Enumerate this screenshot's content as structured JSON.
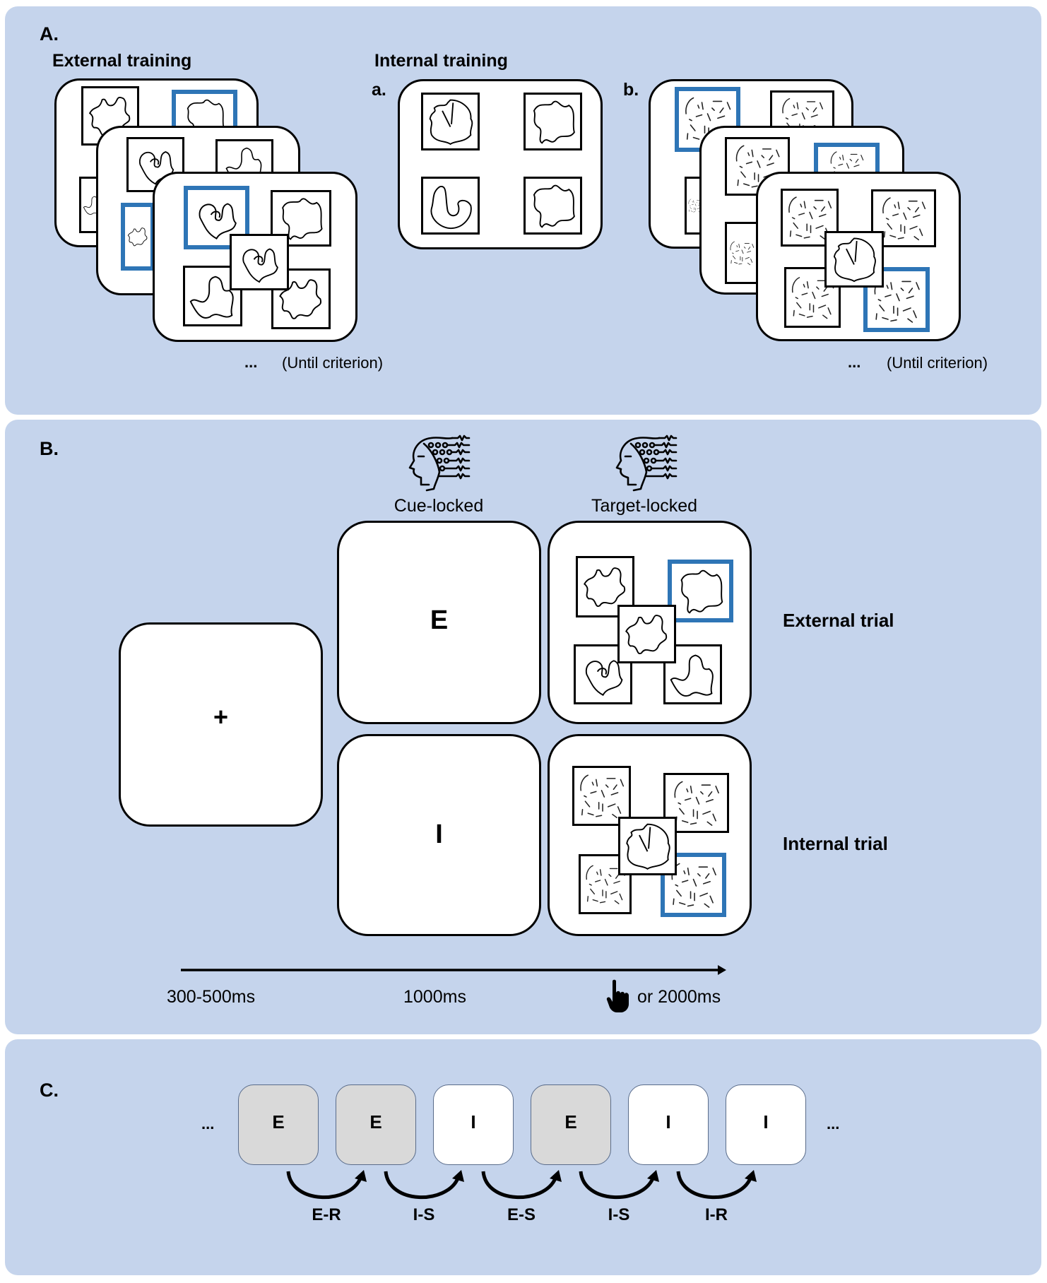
{
  "panels": {
    "a": {
      "label": "A.",
      "external_title": "External training",
      "internal_title": "Internal training",
      "sub_a": "a.",
      "sub_b": "b.",
      "ellipsis": "...",
      "until": "(Until criterion)"
    },
    "b": {
      "label": "B.",
      "cue_locked": "Cue-locked",
      "target_locked": "Target-locked",
      "fixation": "+",
      "cue_external": "E",
      "cue_internal": "I",
      "external_trial": "External trial",
      "internal_trial": "Internal trial",
      "timeline": {
        "t1": "300-500ms",
        "t2": "1000ms",
        "t3": "or 2000ms"
      }
    },
    "c": {
      "label": "C.",
      "ellipsis_left": "...",
      "ellipsis_right": "...",
      "sequence": [
        {
          "letter": "E",
          "type": "external"
        },
        {
          "letter": "E",
          "type": "external"
        },
        {
          "letter": "I",
          "type": "internal"
        },
        {
          "letter": "E",
          "type": "external"
        },
        {
          "letter": "I",
          "type": "internal"
        },
        {
          "letter": "I",
          "type": "internal"
        }
      ],
      "transitions": [
        "E-R",
        "I-S",
        "E-S",
        "I-S",
        "I-R"
      ]
    }
  },
  "colors": {
    "panel_bg": "#c5d4ec",
    "target_border": "#2e75b6",
    "external_fill": "#d9d9d9",
    "internal_fill": "#ffffff"
  },
  "icons": {
    "eeg_head": "eeg-head-icon",
    "hand": "pointing-hand-icon"
  }
}
